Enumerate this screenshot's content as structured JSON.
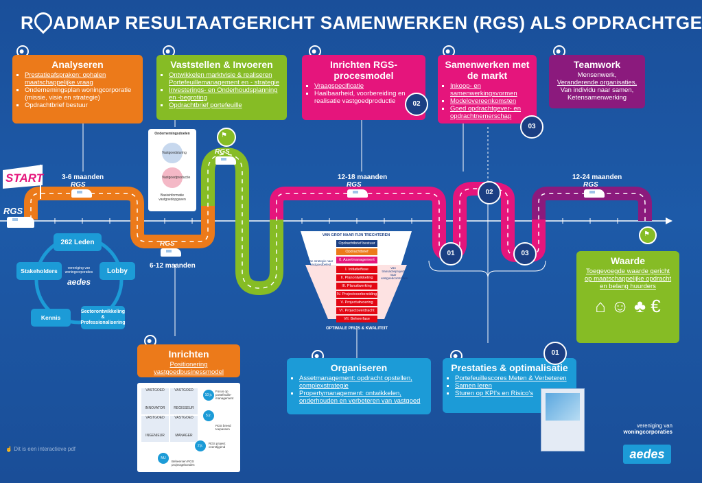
{
  "title": {
    "pre": "R",
    "post": "ADMAP RESULTAATGERICHT SAMENWERKEN (RGS) ALS OPDRACHTGEVER"
  },
  "start_label": "START",
  "rgs": "RGS",
  "durations": [
    "3-6 maanden",
    "6-12 maanden",
    "12-18 maanden",
    "12-24 maanden"
  ],
  "analyseren": {
    "title": "Analyseren",
    "items": [
      "Prestatieafspraken: ophalen maatschappelijke vraag",
      "Ondernemingsplan woningcorporatie (missie, visie en strategie)",
      "Opdrachtbrief bestuur"
    ]
  },
  "vaststellen": {
    "title": "Vaststellen & Invoeren",
    "items": [
      "Ontwikkelen marktvisie & realiseren Portefeuillemanagement en - strategie",
      "Investerings- en Onderhoudsplanning en -begroting",
      "Opdrachtbrief portefeuille"
    ]
  },
  "inrichten_rgs": {
    "title": "Inrichten RGS-procesmodel",
    "items": [
      "Vraagspecificatie",
      "Haalbaarheid, voorbereiding en realisatie vastgoedproductie"
    ],
    "badge": "02"
  },
  "samenwerken": {
    "title": "Samenwerken met de markt",
    "items": [
      "Inkoop- en samenwerkingsvormen",
      "Modelovereenkomsten",
      "Goed opdrachtgever- en opdrachtnemerschap"
    ],
    "badge": "03"
  },
  "teamwork": {
    "title": "Teamwork",
    "lines": [
      "Mensenwerk,",
      "Veranderende organisaties,",
      "Van individu naar samen,",
      "Ketensamenwerking"
    ]
  },
  "inrichten": {
    "title": "Inrichten",
    "line1": "Positionering",
    "line2": "vastgoedbusinessmodel"
  },
  "organiseren": {
    "title": "Organiseren",
    "items": [
      "Assetmanagement: opdracht opstellen, complexstrategie",
      "Propertymanagement: ontwikkelen, onderhouden en verbeteren van vastgoed"
    ]
  },
  "prestaties": {
    "title": "Prestaties & optimalisatie",
    "items": [
      "Portefeuillescores Meten & Verbeteren",
      "Samen leren",
      "Sturen op KPI's en Risico's"
    ],
    "badge": "01"
  },
  "waarde": {
    "title": "Waarde",
    "text": "Toegevoegde waarde gericht op maatschappelijke opdracht en belang huurders"
  },
  "cycle": {
    "center": "262 Leden",
    "lobby": "Lobby",
    "stakeholders": "Stakeholders",
    "kennis": "Kennis",
    "sector": "Sectorontwikkeling & Professionalisering",
    "logo_small": "vereniging van woningcorporaties",
    "logo": "aedes"
  },
  "onderneming_doc": {
    "title": "Ondernemingsdoelen",
    "c1": "Vastgoedsturing",
    "c2": "Vastgoedproductie",
    "foot": "Basisinformatie vastgoedopgaven"
  },
  "funnel": {
    "title": "VAN GROF NAAR FIJN TRECHTEREN",
    "rows": [
      "Opdrachtbrief bestuur",
      "Opdrachtbrief portefeuille",
      "0. Assetmanagement",
      "I. Initiatieffase",
      "II. Planontwikkeling",
      "III. Planuitwerking",
      "IV. Projectvoorbereiding",
      "V. Projectuitvoering",
      "VI. Projectoverdracht",
      "VII. Beheerfase"
    ],
    "left_note": "Van strategie naar vastgoedbeleid",
    "right_note": "Van transactieproject naar vastgoedcontracten",
    "foot": "OPTIMALE PRIJS & KWALITEIT"
  },
  "road_badges": [
    "01",
    "02",
    "03"
  ],
  "matrix": {
    "cells": [
      {
        "top": "VASTGOED",
        "bottom": "INNOVATOR"
      },
      {
        "top": "VASTGOED",
        "bottom": "REGISSEUR"
      },
      {
        "top": "VASTGOED",
        "bottom": "INGENIEUR"
      },
      {
        "top": "VASTGOED",
        "bottom": "MANAGER"
      }
    ],
    "steps": [
      {
        "badge": "10 jr.",
        "text": "Focus op portefeuille-management"
      },
      {
        "badge": "5 jr.",
        "text": "RGS breed toepassen"
      },
      {
        "badge": "2 jr.",
        "text": "RGS project overstijgend"
      },
      {
        "badge": "NU",
        "text": "Beheersen RGS projectgebonden"
      }
    ]
  },
  "footer": {
    "interactive": "Dit is een interactieve pdf",
    "assoc": "vereniging van",
    "assoc_bold": "woningcorporaties",
    "logo": "aedes"
  },
  "colors": {
    "background": "#1a4f9a",
    "orange": "#ec7a1a",
    "green": "#86bc25",
    "pink": "#e5157c",
    "purple": "#8b1a7d",
    "cyan": "#1c9bd7"
  }
}
